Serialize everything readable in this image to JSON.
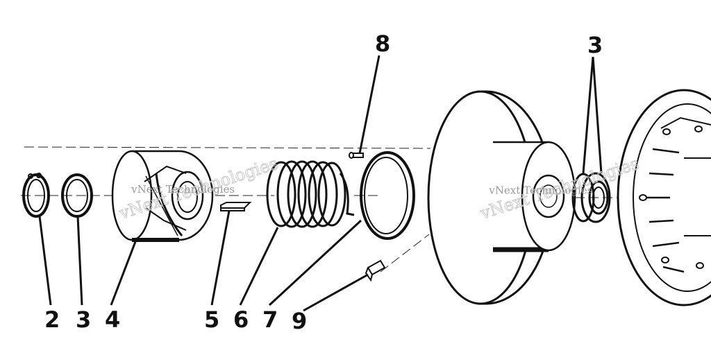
{
  "diagram": {
    "callouts": [
      {
        "id": "c2",
        "label": "2"
      },
      {
        "id": "c3a",
        "label": "3"
      },
      {
        "id": "c4",
        "label": "4"
      },
      {
        "id": "c5",
        "label": "5"
      },
      {
        "id": "c6",
        "label": "6"
      },
      {
        "id": "c7",
        "label": "7"
      },
      {
        "id": "c9",
        "label": "9"
      },
      {
        "id": "c8",
        "label": "8"
      },
      {
        "id": "c3b",
        "label": "3"
      }
    ],
    "watermarks": [
      {
        "line1": "vNext Technologies",
        "line2": "vNext Technologies"
      },
      {
        "line1": "vNext Technologies",
        "line2": "vNext Technologies"
      }
    ]
  }
}
